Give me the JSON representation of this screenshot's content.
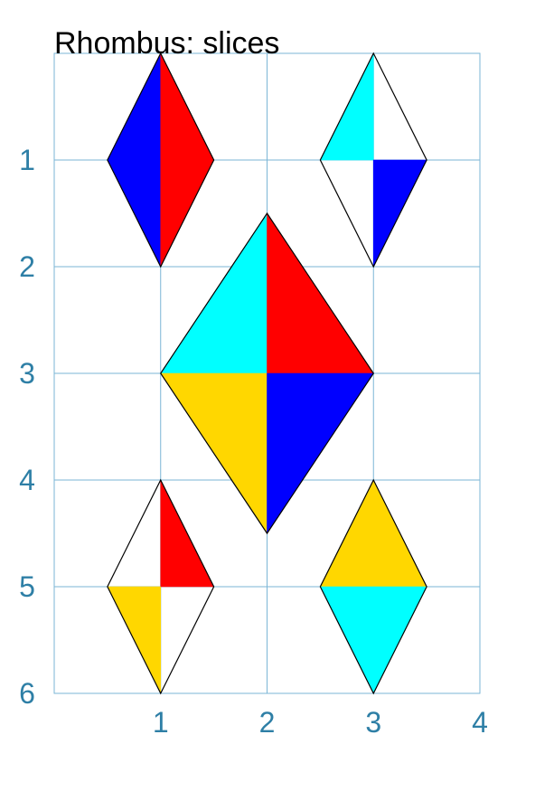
{
  "title": "Rhombus: slices",
  "colors": {
    "grid": "#7bb6d6",
    "tick": "#2e7fa6",
    "outline": "#000000",
    "blue": "#0000ff",
    "red": "#ff0000",
    "cyan": "#00ffff",
    "gold": "#ffd700"
  },
  "axes": {
    "xlim": [
      0,
      4
    ],
    "ylim": [
      0,
      6
    ],
    "y_inverted": true,
    "grid": true,
    "x_ticks": [
      {
        "value": 1,
        "label": "1"
      },
      {
        "value": 2,
        "label": "2"
      },
      {
        "value": 3,
        "label": "3"
      },
      {
        "value": 4,
        "label": "4"
      }
    ],
    "y_ticks": [
      {
        "value": 1,
        "label": "1"
      },
      {
        "value": 2,
        "label": "2"
      },
      {
        "value": 3,
        "label": "3"
      },
      {
        "value": 4,
        "label": "4"
      },
      {
        "value": 5,
        "label": "5"
      },
      {
        "value": 6,
        "label": "6"
      }
    ]
  },
  "rhombi": [
    {
      "id": "top-left",
      "cx": 1,
      "cy": 1,
      "hw": 0.5,
      "hh": 1,
      "slices": {
        "top_left": "blue",
        "top_right": "red",
        "bottom_left": "blue",
        "bottom_right": "red"
      }
    },
    {
      "id": "top-right",
      "cx": 3,
      "cy": 1,
      "hw": 0.5,
      "hh": 1,
      "slices": {
        "top_left": "cyan",
        "top_right": null,
        "bottom_left": null,
        "bottom_right": "blue"
      }
    },
    {
      "id": "center",
      "cx": 2,
      "cy": 3,
      "hw": 1,
      "hh": 1.5,
      "slices": {
        "top_left": "cyan",
        "top_right": "red",
        "bottom_left": "gold",
        "bottom_right": "blue"
      }
    },
    {
      "id": "bottom-left",
      "cx": 1,
      "cy": 5,
      "hw": 0.5,
      "hh": 1,
      "slices": {
        "top_left": null,
        "top_right": "red",
        "bottom_left": "gold",
        "bottom_right": null
      }
    },
    {
      "id": "bottom-right",
      "cx": 3,
      "cy": 5,
      "hw": 0.5,
      "hh": 1,
      "slices": {
        "top_left": "gold",
        "top_right": "gold",
        "bottom_left": "cyan",
        "bottom_right": "cyan"
      }
    }
  ]
}
